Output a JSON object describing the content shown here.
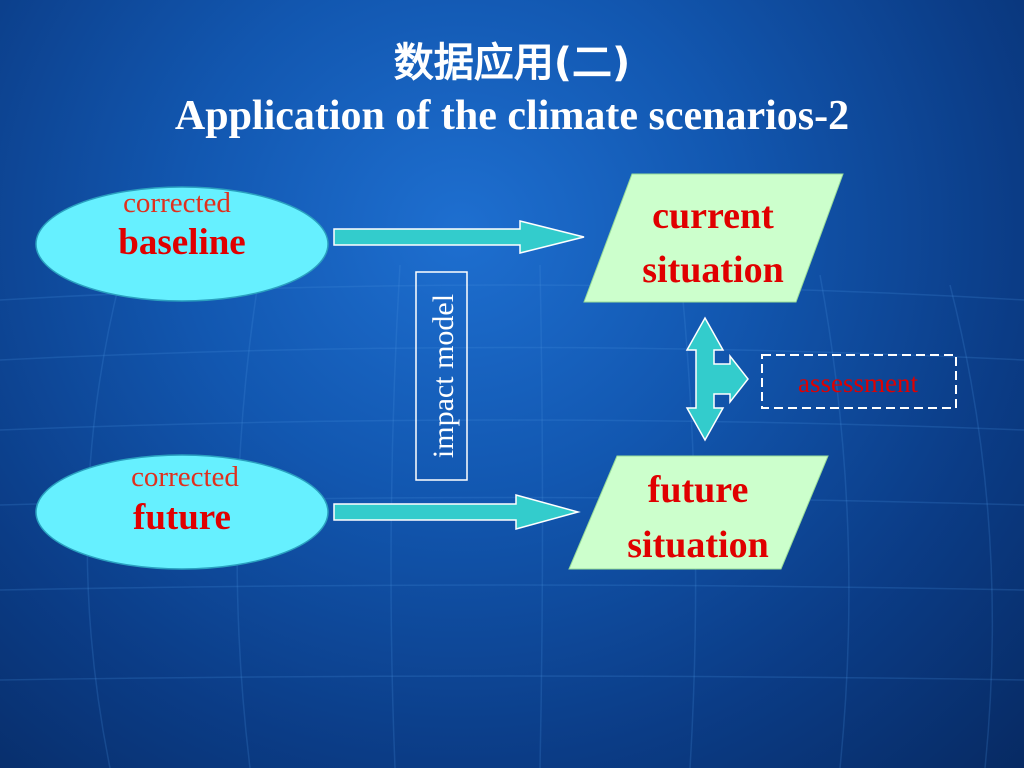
{
  "slide": {
    "title_cn": "数据应用(二)",
    "title_en": "Application of the climate scenarios-2"
  },
  "diagram": {
    "baseline_box": {
      "line1": "corrected",
      "line2": "baseline"
    },
    "future_box": {
      "line1": "corrected",
      "line2": "future"
    },
    "current_situation": {
      "line1": "current",
      "line2": "situation"
    },
    "future_situation": {
      "line1": "future",
      "line2": "situation"
    },
    "impact_model": "impact model",
    "assessment": "assessment"
  },
  "colors": {
    "ellipse_fill": "#66f0ff",
    "parallelogram_fill": "#ccffcc",
    "arrow_fill": "#33cccc",
    "label_red": "#e00000"
  }
}
